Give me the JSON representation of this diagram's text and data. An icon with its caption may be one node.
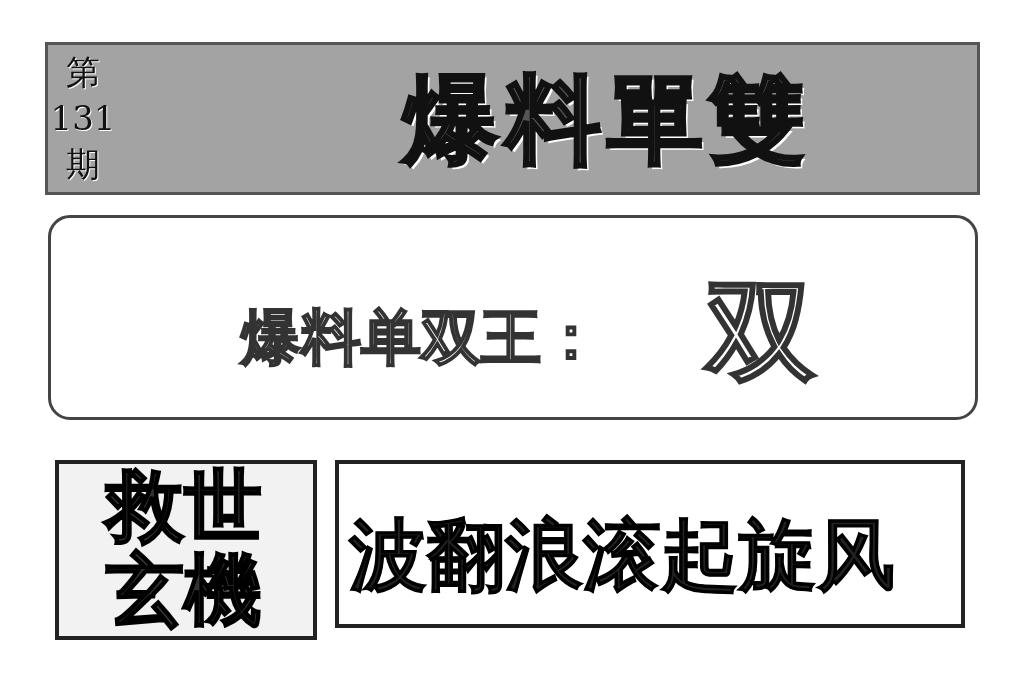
{
  "diagram": {
    "nodes": [
      {
        "text": [
          "第131期",
          "爆料單雙"
        ]
      },
      {
        "text": [
          "爆料单双王：",
          "双"
        ]
      },
      {
        "text": [
          "救世玄機"
        ]
      },
      {
        "text": [
          "波翻浪滚起旋风"
        ]
      }
    ]
  }
}
